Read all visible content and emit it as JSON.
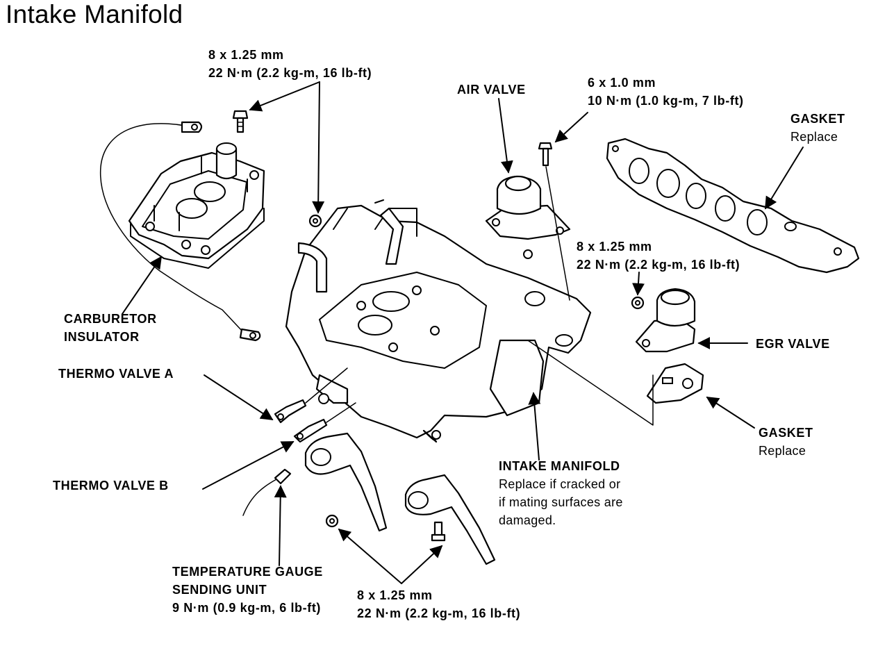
{
  "title": "Intake Manifold",
  "labels": {
    "top_bolt": {
      "size": "8 x 1.25 mm",
      "torque": "22 N·m (2.2 kg-m, 16 lb-ft)"
    },
    "air_valve": "AIR  VALVE",
    "air_valve_bolt": {
      "size": "6 x 1.0 mm",
      "torque": "10 N·m (1.0 kg-m, 7 lb-ft)"
    },
    "gasket_top": {
      "name": "GASKET",
      "note": "Replace"
    },
    "egr_nut": {
      "size": "8 x 1.25 mm",
      "torque": "22 N·m (2.2 kg-m, 16 lb-ft)"
    },
    "carburetor_insulator": {
      "line1": "CARBURETOR",
      "line2": "INSULATOR"
    },
    "egr_valve": "EGR VALVE",
    "thermo_valve_a": "THERMO VALVE A",
    "gasket_bottom": {
      "name": "GASKET",
      "note": "Replace"
    },
    "intake_manifold": {
      "name": "INTAKE MANIFOLD",
      "note1": "Replace if cracked or",
      "note2": "if mating surfaces are",
      "note3": "damaged."
    },
    "thermo_valve_b": "THERMO VALVE B",
    "temp_gauge": {
      "line1": "TEMPERATURE GAUGE",
      "line2": "SENDING UNIT",
      "torque": "9 N·m (0.9 kg-m, 6 lb-ft)"
    },
    "bottom_bolt": {
      "size": "8 x 1.25 mm",
      "torque": "22 N·m (2.2 kg-m, 16 lb-ft)"
    }
  }
}
